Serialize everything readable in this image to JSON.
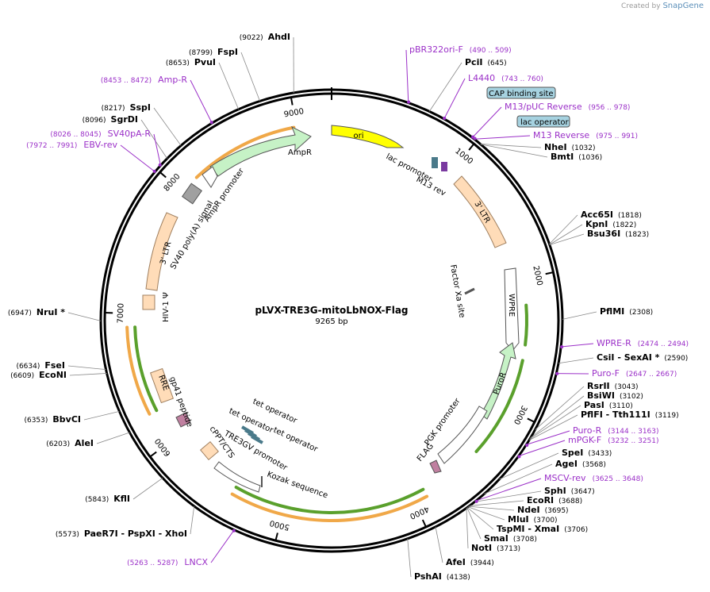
{
  "branding": {
    "prefix": "Created by",
    "name": "SnapGene"
  },
  "plasmid": {
    "name": "pLVX-TRE3G-mitoLbNOX-Flag",
    "size_label": "9265 bp",
    "length": 9265
  },
  "colors": {
    "enzyme": "#000000",
    "primer": "#9b30c8",
    "ori": "#ffff00",
    "amp": "#c6f2c6",
    "ltr": "#ffdcb8",
    "feature_blue": "#a6d2e0",
    "puro": "#c6f2c6",
    "translation_orange": "#f0a848",
    "translation_green": "#5aa02c"
  },
  "ticks": [
    {
      "pos": 1000,
      "label": "1000"
    },
    {
      "pos": 2000,
      "label": "2000"
    },
    {
      "pos": 3000,
      "label": "3000"
    },
    {
      "pos": 4000,
      "label": "4000"
    },
    {
      "pos": 5000,
      "label": "5000"
    },
    {
      "pos": 6000,
      "label": "6000"
    },
    {
      "pos": 7000,
      "label": "7000"
    },
    {
      "pos": 8000,
      "label": "8000"
    },
    {
      "pos": 9000,
      "label": "9000"
    }
  ],
  "enzymes": [
    {
      "name": "AhdI",
      "pos_label": "(9022)",
      "site": 9022
    },
    {
      "name": "FspI",
      "pos_label": "(8799)",
      "site": 8799
    },
    {
      "name": "PvuI",
      "pos_label": "(8653)",
      "site": 8653
    },
    {
      "name": "SspI",
      "pos_label": "(8217)",
      "site": 8217
    },
    {
      "name": "SgrDI",
      "pos_label": "(8096)",
      "site": 8096
    },
    {
      "name": "PciI",
      "pos_label": "(645)",
      "site": 645
    },
    {
      "name": "NheI",
      "pos_label": "(1032)",
      "site": 1032
    },
    {
      "name": "BmtI",
      "pos_label": "(1036)",
      "site": 1036
    },
    {
      "name": "Acc65I",
      "pos_label": "(1818)",
      "site": 1818
    },
    {
      "name": "KpnI",
      "pos_label": "(1822)",
      "site": 1822
    },
    {
      "name": "Bsu36I",
      "pos_label": "(1823)",
      "site": 1823
    },
    {
      "name": "PflMI",
      "pos_label": "(2308)",
      "site": 2308
    },
    {
      "name": "CsiI - SexAI *",
      "pos_label": "(2590)",
      "site": 2590
    },
    {
      "name": "RsrII",
      "pos_label": "(3043)",
      "site": 3043
    },
    {
      "name": "BsiWI",
      "pos_label": "(3102)",
      "site": 3102
    },
    {
      "name": "PasI",
      "pos_label": "(3110)",
      "site": 3110
    },
    {
      "name": "PflFI - Tth111I",
      "pos_label": "(3119)",
      "site": 3119
    },
    {
      "name": "SpeI",
      "pos_label": "(3433)",
      "site": 3433
    },
    {
      "name": "AgeI",
      "pos_label": "(3568)",
      "site": 3568
    },
    {
      "name": "SphI",
      "pos_label": "(3647)",
      "site": 3647
    },
    {
      "name": "EcoRI",
      "pos_label": "(3688)",
      "site": 3688
    },
    {
      "name": "NdeI",
      "pos_label": "(3695)",
      "site": 3695
    },
    {
      "name": "MluI",
      "pos_label": "(3700)",
      "site": 3700
    },
    {
      "name": "TspMI - XmaI",
      "pos_label": "(3706)",
      "site": 3706
    },
    {
      "name": "SmaI",
      "pos_label": "(3708)",
      "site": 3708
    },
    {
      "name": "NotI",
      "pos_label": "(3713)",
      "site": 3713
    },
    {
      "name": "AfeI",
      "pos_label": "(3944)",
      "site": 3944
    },
    {
      "name": "PshAI",
      "pos_label": "(4138)",
      "site": 4138
    },
    {
      "name": "PaeR7I - PspXI - XhoI",
      "pos_label": "(5573)",
      "site": 5573
    },
    {
      "name": "KflI",
      "pos_label": "(5843)",
      "site": 5843
    },
    {
      "name": "AleI",
      "pos_label": "(6203)",
      "site": 6203
    },
    {
      "name": "BbvCI",
      "pos_label": "(6353)",
      "site": 6353
    },
    {
      "name": "FseI",
      "pos_label": "(6634)",
      "site": 6634
    },
    {
      "name": "EcoNI",
      "pos_label": "(6609)",
      "site": 6609
    },
    {
      "name": "NruI *",
      "pos_label": "(6947)",
      "site": 6947
    }
  ],
  "primers": [
    {
      "name": "pBR322ori-F",
      "pos_label": "(490 .. 509)",
      "site": 500
    },
    {
      "name": "L4440",
      "pos_label": "(743 .. 760)",
      "site": 750
    },
    {
      "name": "M13/pUC Reverse",
      "pos_label": "(956 .. 978)",
      "site": 967
    },
    {
      "name": "M13 Reverse",
      "pos_label": "(975 .. 991)",
      "site": 983
    },
    {
      "name": "WPRE-R",
      "pos_label": "(2474 .. 2494)",
      "site": 2484
    },
    {
      "name": "Puro-F",
      "pos_label": "(2647 .. 2667)",
      "site": 2657
    },
    {
      "name": "Puro-R",
      "pos_label": "(3144 .. 3163)",
      "site": 3153
    },
    {
      "name": "mPGK-F",
      "pos_label": "(3232 .. 3251)",
      "site": 3241
    },
    {
      "name": "MSCV-rev",
      "pos_label": "(3625 .. 3648)",
      "site": 3636
    },
    {
      "name": "LNCX",
      "pos_label": "(5263 .. 5287)",
      "site": 5275
    },
    {
      "name": "Amp-R",
      "pos_label": "(8453 .. 8472)",
      "site": 8462
    },
    {
      "name": "SV40pA-R",
      "pos_label": "(8026 .. 8045)",
      "site": 8035
    },
    {
      "name": "EBV-rev",
      "pos_label": "(7972 .. 7991)",
      "site": 7981
    }
  ],
  "boxed_features": [
    {
      "name": "CAP binding site"
    },
    {
      "name": "lac operator"
    }
  ],
  "features": [
    {
      "name": "ori",
      "start": 280,
      "end": 870
    },
    {
      "name": "AmpR",
      "start": 8120,
      "end": 8980
    },
    {
      "name": "AmpR promoter",
      "start": 8020,
      "end": 8120
    },
    {
      "name": "SV40 poly(A) signal",
      "start": 7880,
      "end": 7980
    },
    {
      "name": "3' LTR",
      "start": 1150,
      "end": 1700
    },
    {
      "name": "3' LTR",
      "start": 7380,
      "end": 7700
    },
    {
      "name": "HIV-1 Ψ",
      "start": 7130,
      "end": 7210
    },
    {
      "name": "WPRE",
      "start": 2000,
      "end": 2600
    },
    {
      "name": "Factor Xa site",
      "start": 1700,
      "end": 1760
    },
    {
      "name": "lac promoter",
      "start": 900,
      "end": 960
    },
    {
      "name": "M13 rev",
      "start": 990,
      "end": 1010
    },
    {
      "name": "PuroR",
      "start": 2620,
      "end": 3220
    },
    {
      "name": "PGK promoter",
      "start": 3240,
      "end": 3740
    },
    {
      "name": "FLAG",
      "start": 3780,
      "end": 3810
    },
    {
      "name": "RRE",
      "start": 6450,
      "end": 6680
    },
    {
      "name": "gp41 peptide",
      "start": 6300,
      "end": 6400
    },
    {
      "name": "cPPT/CTS",
      "start": 6030,
      "end": 6130
    },
    {
      "name": "TRE3GV promoter",
      "start": 5700,
      "end": 6000
    },
    {
      "name": "Kozak sequence",
      "start": 5640,
      "end": 5680
    },
    {
      "name": "tet operator",
      "start": 5900,
      "end": 5960
    },
    {
      "name": "tet operator",
      "start": 5830,
      "end": 5890
    },
    {
      "name": "tet operator",
      "start": 5770,
      "end": 5820
    }
  ]
}
